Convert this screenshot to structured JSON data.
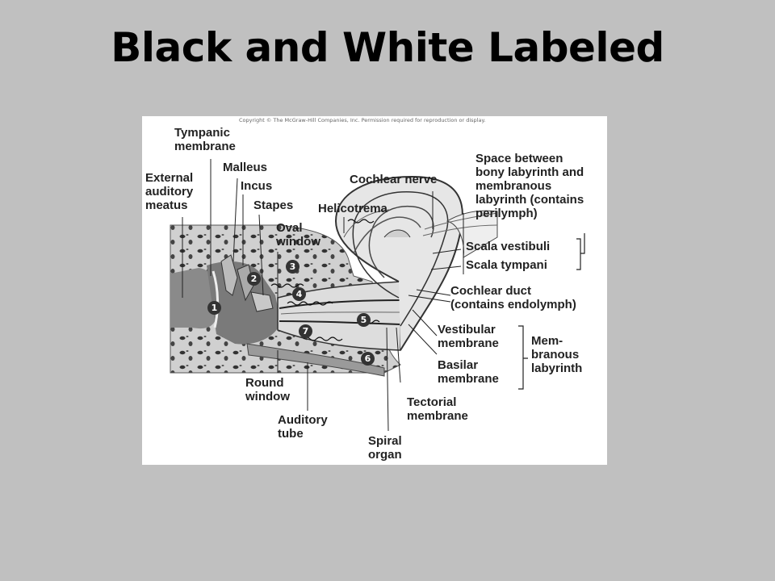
{
  "slide": {
    "title": "Black and White Labeled"
  },
  "figure": {
    "copyright": "Copyright © The McGraw-Hill Companies, Inc. Permission required for reproduction or display.",
    "labels": {
      "tympanic": "Tympanic\nmembrane",
      "external": "External\nauditory\nmeatus",
      "malleus": "Malleus",
      "incus": "Incus",
      "stapes": "Stapes",
      "oval": "Oval\nwindow",
      "helicotrema": "Helicotrema",
      "cochlear_nerve": "Cochlear nerve",
      "space_between": "Space between\nbony labyrinth and\nmembranous\nlabyrinth (contains\nperilymph)",
      "scala_vestibuli": "Scala vestibuli",
      "scala_tympani": "Scala tympani",
      "cochlear_duct": "Cochlear duct\n(contains endolymph)",
      "vestibular": "Vestibular\nmembrane",
      "basilar": "Basilar\nmembrane",
      "membranous": "Mem-\nbranous\nlabyrinth",
      "tectorial": "Tectorial\nmembrane",
      "round": "Round\nwindow",
      "auditory_tube": "Auditory\ntube",
      "spiral": "Spiral\norgan"
    },
    "steps": [
      "1",
      "2",
      "3",
      "4",
      "5",
      "6",
      "7"
    ]
  }
}
